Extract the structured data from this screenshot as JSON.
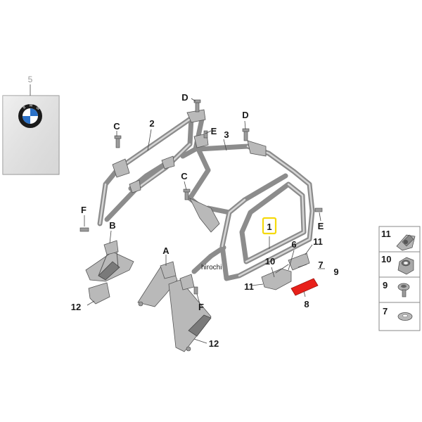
{
  "watermark": "hirochi",
  "emblem": {
    "callout": "5",
    "brand_lettering": "BMW"
  },
  "callouts": {
    "c1": "1",
    "c2": "2",
    "c3": "3",
    "c6": "6",
    "c7": "7",
    "c8": "8",
    "c9": "9",
    "c10": "10",
    "c11a": "11",
    "c11b": "11",
    "c12a": "12",
    "c12b": "12",
    "cA": "A",
    "cB": "B",
    "cC1": "C",
    "cC2": "C",
    "cD1": "D",
    "cD2": "D",
    "cE1": "E",
    "cE2": "E",
    "cF1": "F",
    "cF2": "F"
  },
  "hardware_legend": [
    {
      "num": "11",
      "icon": "clip-nut-icon"
    },
    {
      "num": "10",
      "icon": "hex-nut-icon"
    },
    {
      "num": "9",
      "icon": "screw-icon"
    },
    {
      "num": "7",
      "icon": "washer-icon"
    }
  ],
  "colors": {
    "highlight_box": "#f5d90a",
    "reflector": "#e8201a",
    "frame": "#8c8c8c"
  }
}
